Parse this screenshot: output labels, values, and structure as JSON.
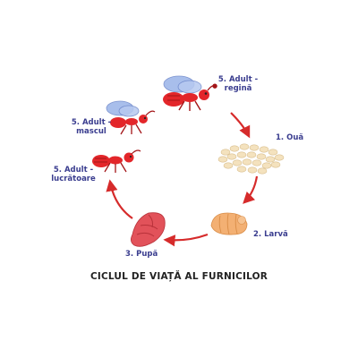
{
  "title": "CICLUL DE VIAȚĂ AL FURNICILOR",
  "stages": {
    "eggs": "1. Ouă",
    "larva": "2. Larvă",
    "pupa": "3. Pupă",
    "adult_queen": "5. Adult -\nregină",
    "adult_male": "5. Adult -\nmascul",
    "adult_worker": "5. Adult -\nlucrătoare"
  },
  "colors": {
    "arrow": "#d62b2b",
    "label": "#3a3d8f",
    "ant_body": "#e3262a",
    "wing": "#9ab3e8",
    "egg": "#f4e2be",
    "larva": "#f3b073",
    "pupa": "#e2525a"
  }
}
